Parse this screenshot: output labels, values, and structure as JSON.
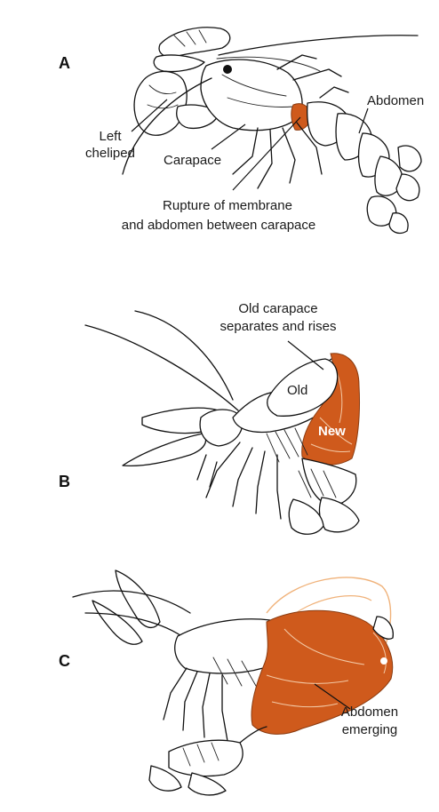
{
  "colors": {
    "new_shell": "#cf5a1c",
    "ink": "#111111",
    "background": "#ffffff"
  },
  "panels": [
    {
      "letter": "A",
      "labels": {
        "abdomen": "Abdomen",
        "left_cheliped_line1": "Left",
        "left_cheliped_line2": "cheliped",
        "carapace": "Carapace",
        "rupture_line1": "Rupture of membrane",
        "rupture_line2": "and abdomen between carapace"
      }
    },
    {
      "letter": "B",
      "labels": {
        "old_carapace_line1": "Old carapace",
        "old_carapace_line2": "separates and rises",
        "old": "Old",
        "new": "New"
      }
    },
    {
      "letter": "C",
      "labels": {
        "abdomen_emerging_line1": "Abdomen",
        "abdomen_emerging_line2": "emerging"
      }
    }
  ]
}
